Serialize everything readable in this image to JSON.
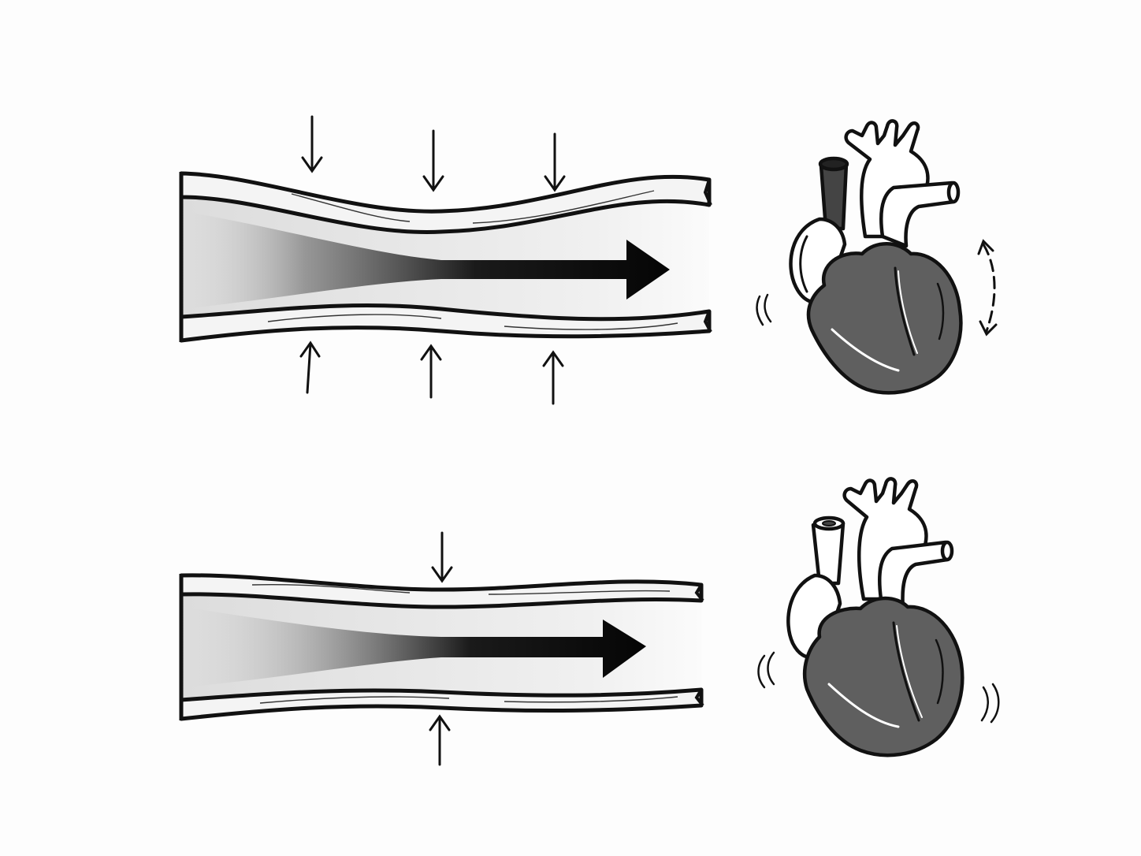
{
  "diagram": {
    "panels": [
      {
        "id": "top",
        "vessel_arrow_pairs": 3,
        "heart_motion": "pumping-arrows"
      },
      {
        "id": "bottom",
        "vessel_arrow_pairs": 1,
        "heart_motion": "vibration-lines"
      }
    ],
    "colors": {
      "background": "#fdfdfd",
      "outline": "#111111",
      "heart_fill": "#5f5f5f",
      "vessel_wall": "#f4f4f4",
      "flow_dark": "#050505"
    }
  }
}
